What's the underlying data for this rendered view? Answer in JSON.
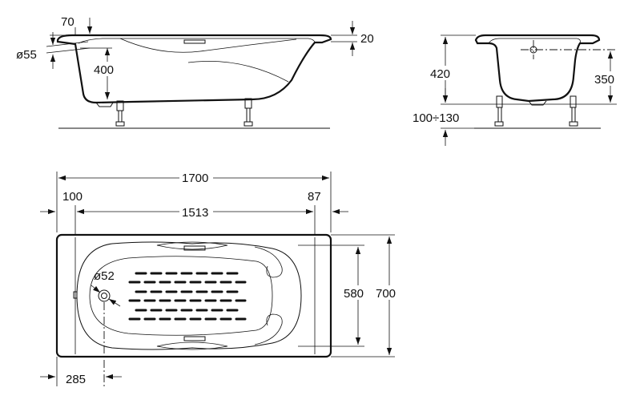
{
  "dimensions": {
    "side_rim_offset": "70",
    "side_rim_thickness": "20",
    "overflow_diameter": "ø55",
    "side_height": "400",
    "end_height": "420",
    "end_depth": "350",
    "leg_range": "100÷130",
    "total_length": "1700",
    "left_offset": "100",
    "right_offset": "87",
    "inner_length": "1513",
    "drain_diameter": "ø52",
    "inner_width": "580",
    "total_width": "700",
    "drain_position": "285"
  },
  "colors": {
    "line": "#111111",
    "background": "#ffffff"
  }
}
